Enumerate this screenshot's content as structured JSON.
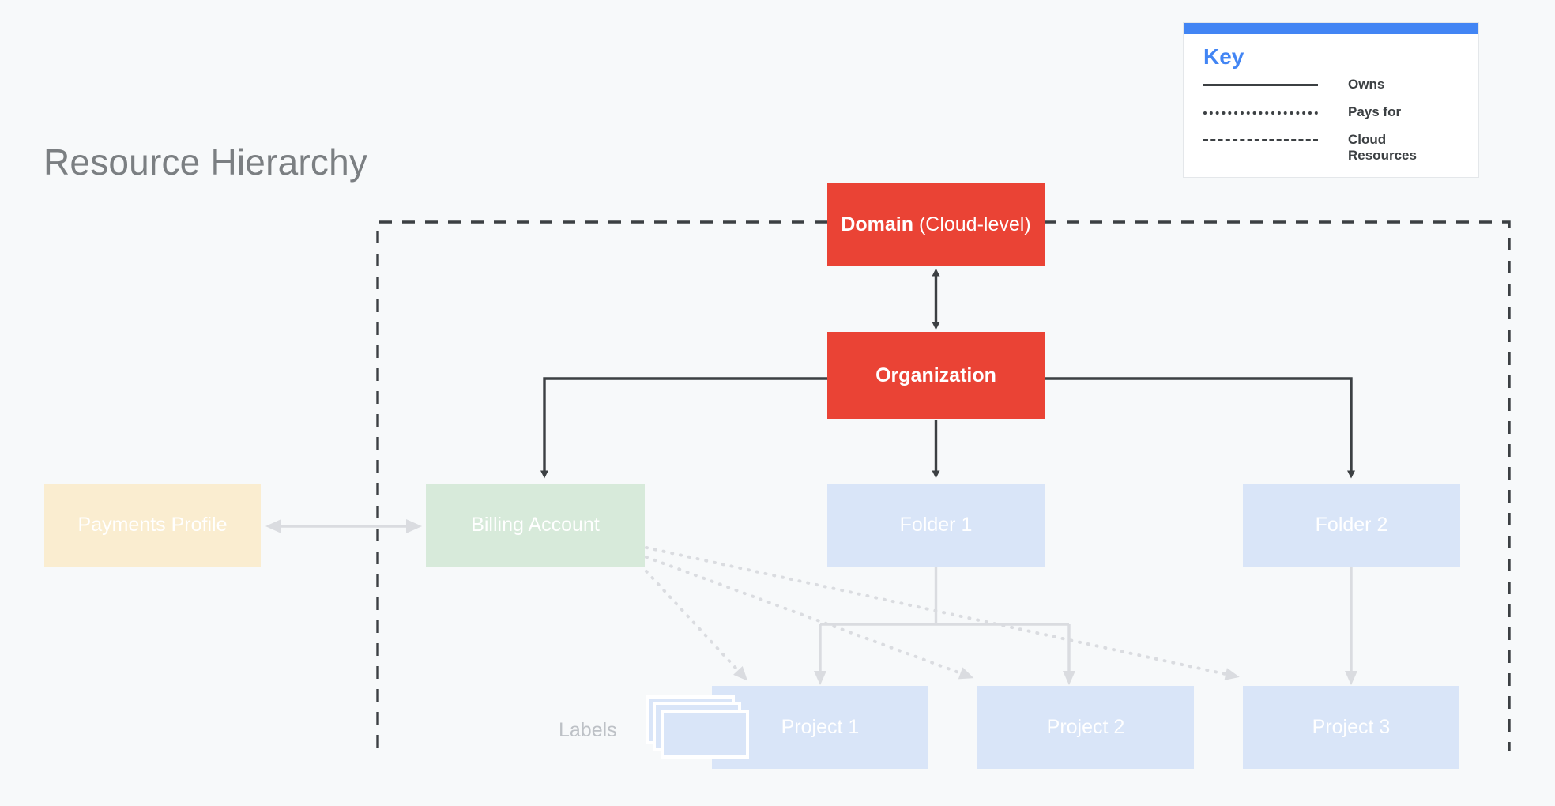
{
  "page": {
    "title": "Resource Hierarchy",
    "background_color": "#F7F9FA"
  },
  "key": {
    "heading": "Key",
    "accent_color": "#4285F4",
    "items": [
      {
        "style": "solid",
        "label": "Owns"
      },
      {
        "style": "dotted",
        "label": "Pays for"
      },
      {
        "style": "dashed",
        "label": "Cloud Resources"
      }
    ]
  },
  "nodes": {
    "domain": {
      "label_bold": "Domain",
      "label_rest": " (Cloud-level)",
      "color": "#EA4335"
    },
    "organization": {
      "label": "Organization",
      "color": "#EA4335"
    },
    "payments": {
      "label": "Payments Profile",
      "color": "#FAEDD0"
    },
    "billing": {
      "label": "Billing Account",
      "color": "#D7EADA"
    },
    "folder1": {
      "label": "Folder 1",
      "color": "#D9E5F8"
    },
    "folder2": {
      "label": "Folder 2",
      "color": "#D9E5F8"
    },
    "project1": {
      "label": "Project 1",
      "color": "#D9E5F8"
    },
    "project2": {
      "label": "Project 2",
      "color": "#D9E5F8"
    },
    "project3": {
      "label": "Project 3",
      "color": "#D9E5F8"
    }
  },
  "labels_group": {
    "caption": "Labels",
    "card_count": 3,
    "card_color": "#D9E5F8"
  },
  "boundary": {
    "name": "Cloud Resources",
    "style": "dashed",
    "color": "#3C4043"
  },
  "relationships": [
    {
      "from": "domain",
      "to": "organization",
      "type": "owns",
      "arrow": "both"
    },
    {
      "from": "organization",
      "to": "billing",
      "type": "owns",
      "arrow": "to"
    },
    {
      "from": "organization",
      "to": "folder1",
      "type": "owns",
      "arrow": "to"
    },
    {
      "from": "organization",
      "to": "folder2",
      "type": "owns",
      "arrow": "to"
    },
    {
      "from": "payments",
      "to": "billing",
      "type": "owns",
      "arrow": "both"
    },
    {
      "from": "folder1",
      "to": "project1",
      "type": "owns",
      "arrow": "to"
    },
    {
      "from": "folder1",
      "to": "project2",
      "type": "owns",
      "arrow": "to"
    },
    {
      "from": "folder2",
      "to": "project3",
      "type": "owns",
      "arrow": "to"
    },
    {
      "from": "billing",
      "to": "project1",
      "type": "pays_for",
      "arrow": "to"
    },
    {
      "from": "billing",
      "to": "project2",
      "type": "pays_for",
      "arrow": "to"
    },
    {
      "from": "billing",
      "to": "project3",
      "type": "pays_for",
      "arrow": "to"
    }
  ]
}
